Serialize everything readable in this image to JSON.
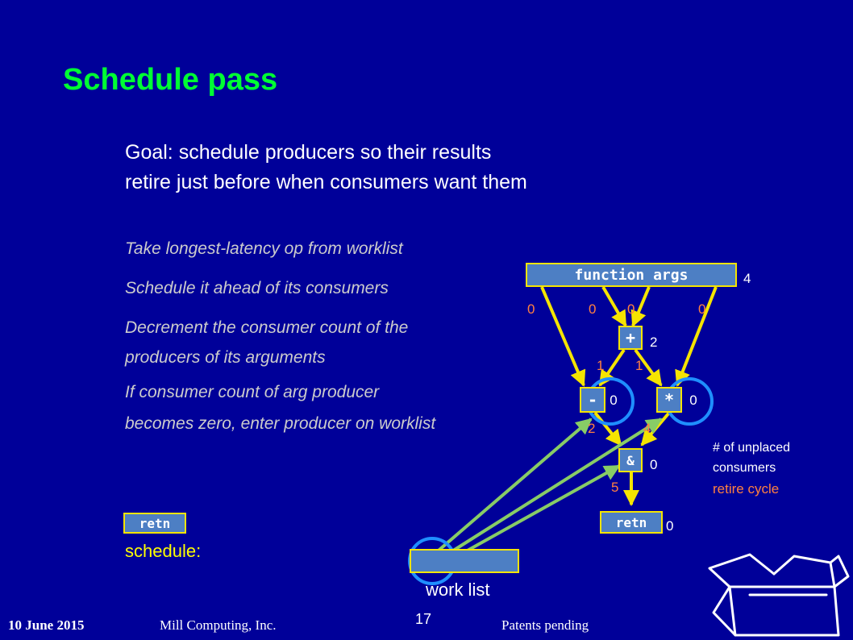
{
  "slide": {
    "title": "Schedule pass",
    "goal_line1": "Goal: schedule producers so their results",
    "goal_line2": "retire just before when consumers want them",
    "steps": [
      "Take longest-latency op from worklist",
      "Schedule it ahead of its consumers",
      "Decrement the consumer count of the",
      "producers of its arguments",
      "If consumer count of arg producer",
      "becomes zero, enter producer on worklist"
    ],
    "schedule_label": "schedule:",
    "schedule_item": "retn",
    "worklist_label": "work list"
  },
  "graph": {
    "args_label": "function args",
    "args_count": "4",
    "arg_cycles": [
      "0",
      "0",
      "0",
      "0"
    ],
    "plus": {
      "op": "+",
      "count": "2"
    },
    "plus_cycles": [
      "1",
      "1"
    ],
    "minus": {
      "op": "-",
      "count": "0"
    },
    "minus_cycle": "2",
    "times": {
      "op": "*",
      "count": "0"
    },
    "times_cycle": "4",
    "and": {
      "op": "&",
      "count": "0"
    },
    "and_cycle": "5",
    "retn": {
      "op": "retn",
      "count": "0"
    }
  },
  "legend": {
    "line1": "# of unplaced",
    "line2": "consumers",
    "line3": "retire cycle"
  },
  "footer": {
    "date": "10 June 2015",
    "company": "Mill Computing, Inc.",
    "page": "17",
    "patents": "Patents pending"
  },
  "colors": {
    "background": "#000099",
    "title": "#00ff33",
    "node_fill": "#4d7fc4",
    "node_border": "#f5e400",
    "edge": "#f5e400",
    "worklist_arrow": "#88cc66",
    "circle": "#1f8fff",
    "retire_cycle": "#ff8040"
  }
}
